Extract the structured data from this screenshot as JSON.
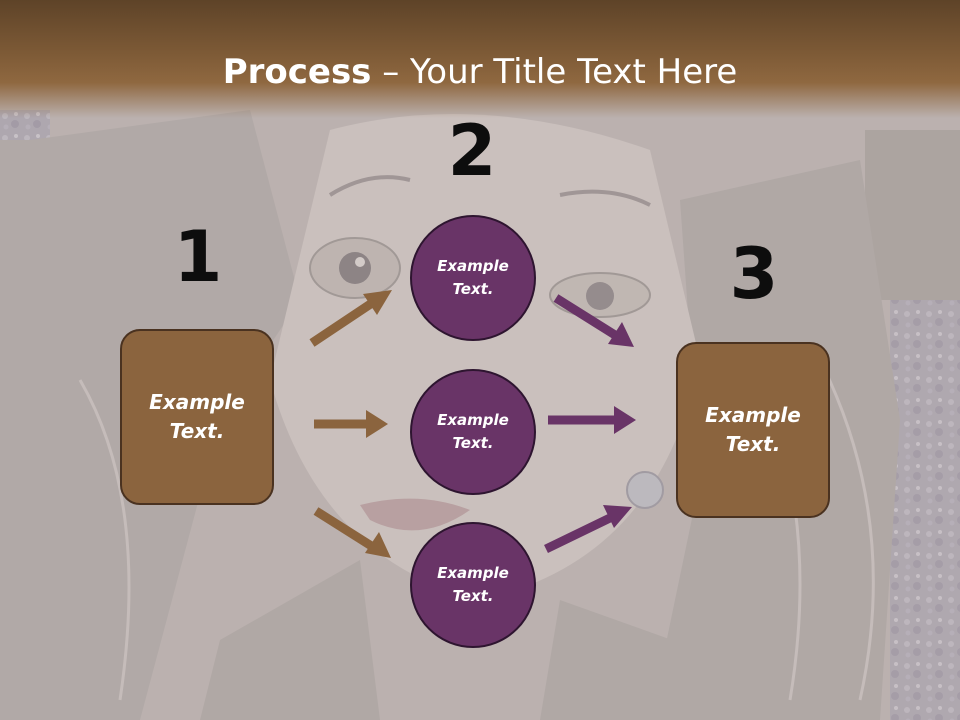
{
  "title": {
    "bold": "Process",
    "rest": " – Your Title Text Here"
  },
  "steps": {
    "one": "1",
    "two": "2",
    "three": "3"
  },
  "boxes": {
    "left": "Example\nText.",
    "right": "Example\nText."
  },
  "circles": {
    "top": "Example\nText.",
    "middle": "Example\nText.",
    "bottom": "Example\nText."
  },
  "colors": {
    "header": "#7d5a36",
    "box": "#8b643e",
    "circle": "#693467",
    "arrow_brown": "#8b643e",
    "arrow_purple": "#693467"
  }
}
